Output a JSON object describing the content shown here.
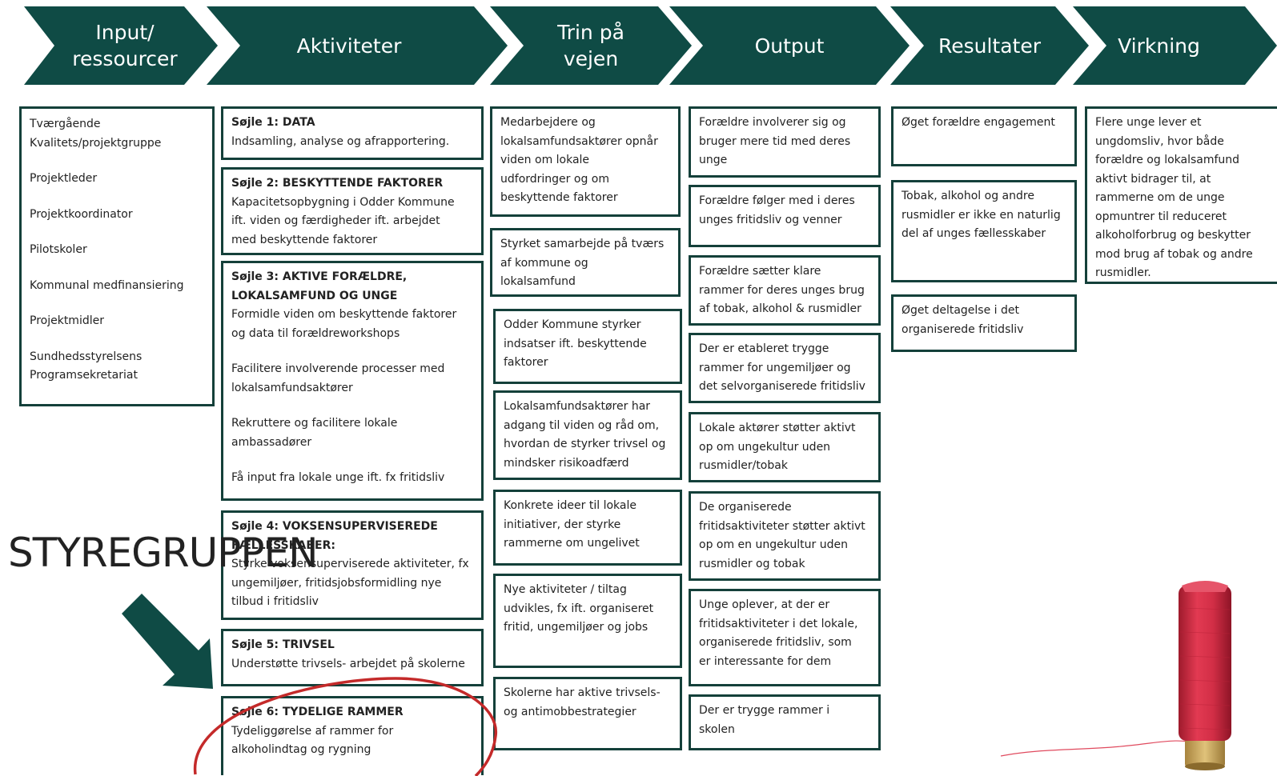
{
  "header": {
    "stages": [
      {
        "label": "Input/\nressourcer"
      },
      {
        "label": "Aktiviteter"
      },
      {
        "label": "Trin på\nvejen"
      },
      {
        "label": "Output"
      },
      {
        "label": "Resultater"
      },
      {
        "label": "Virkning"
      }
    ],
    "color": "#0f4b45"
  },
  "inputs": {
    "items": [
      "Tværgående\nKvalitets/projektgruppe",
      "Projektleder",
      "Projektkoordinator",
      "Pilotskoler",
      "Kommunal medfinansiering",
      "Projektmidler",
      "Sundhedsstyrelsens\nProgramsekretariat"
    ]
  },
  "activities": [
    {
      "title": "Søjle 1: DATA",
      "items": [
        "Indsamling, analyse og afrapportering."
      ]
    },
    {
      "title": "Søjle 2: BESKYTTENDE FAKTORER",
      "items": [
        "Kapacitetsopbygning i Odder Kommune\nift.  viden og færdigheder ift. arbejdet\nmed beskyttende faktorer"
      ]
    },
    {
      "title": "Søjle 3: AKTIVE FORÆLDRE,\nLOKALSAMFUND OG UNGE",
      "items": [
        "Formidle viden om beskyttende faktorer\nog data til forældreworkshops",
        "Facilitere involverende processer med\nlokalsamfundsaktører",
        "Rekruttere og facilitere lokale\nambassadører",
        "Få input fra lokale unge ift. fx fritidsliv"
      ]
    },
    {
      "title": "Søjle 4: VOKSENSUPERVISEREDE\nFÆLLESSKABER:",
      "items": [
        "Styrke voksensuperviserede aktiviteter, fx\nungemiljøer, fritidsjobsformidling nye\ntilbud i fritidsliv"
      ]
    },
    {
      "title": "Søjle 5: TRIVSEL",
      "items": [
        "Understøtte trivsels- arbejdet på skolerne"
      ]
    },
    {
      "title": "Søjle 6: TYDELIGE RAMMER",
      "items": [
        "Tydeliggørelse af rammer for\nalkoholindtag og rygning"
      ]
    }
  ],
  "steps": [
    "Medarbejdere og\nlokalsamfundsaktører opnår\nviden om lokale\nudfordringer og om\nbeskyttende faktorer",
    "Styrket samarbejde på tværs\naf kommune og\nlokalsamfund",
    "Odder Kommune styrker\nindsatser ift. beskyttende\nfaktorer",
    "Lokalsamfundsaktører har\nadgang til viden og råd om,\nhvordan de styrker trivsel og\nmindsker risikoadfærd",
    "Konkrete ideer til lokale\ninitiativer, der styrke\nrammerne om ungelivet",
    "Nye aktiviteter / tiltag\nudvikles, fx ift. organiseret\nfritid, ungemiljøer og jobs",
    "Skolerne har aktive trivsels-\nog antimobbestrategier"
  ],
  "outputs": [
    "Forældre involverer sig og\nbruger mere tid med deres\nunge",
    "Forældre følger med i deres\nunges fritidsliv og venner",
    "Forældre sætter klare\nrammer for deres unges brug\naf tobak, alkohol & rusmidler",
    "Der er etableret trygge\nrammer for ungemiljøer og\ndet selvorganiserede fritidsliv",
    "Lokale aktører støtter aktivt\nop om ungekultur uden\nrusmidler/tobak",
    "De organiserede\nfritidsaktiviteter støtter aktivt\nop om en ungekultur uden\nrusmidler og tobak",
    "Unge oplever, at der er\nfritidsaktiviteter i det lokale,\norganiserede fritidsliv, som\ner interessante for dem",
    "Der er trygge rammer i\nskolen"
  ],
  "results": [
    "Øget forældre engagement",
    "Tobak, alkohol og andre\nrusmidler er ikke en naturlig\ndel af unges fællesskaber",
    "Øget deltagelse i det\norganiserede fritidsliv"
  ],
  "impact": {
    "text": "Flere unge lever et\nungdomsliv, hvor både\nforældre og lokalsamfund\naktivt bidrager til, at\nrammerne om de unge\nopmuntrer til reduceret\nalkoholforbrug og beskytter\nmod brug af tobak og andre\nrusmidler."
  },
  "overlay": {
    "label": "STYREGRUPPEN",
    "arrow_color": "#0f4b45",
    "ellipse_color": "#c42a2a",
    "spool_color": "#d8283f"
  }
}
